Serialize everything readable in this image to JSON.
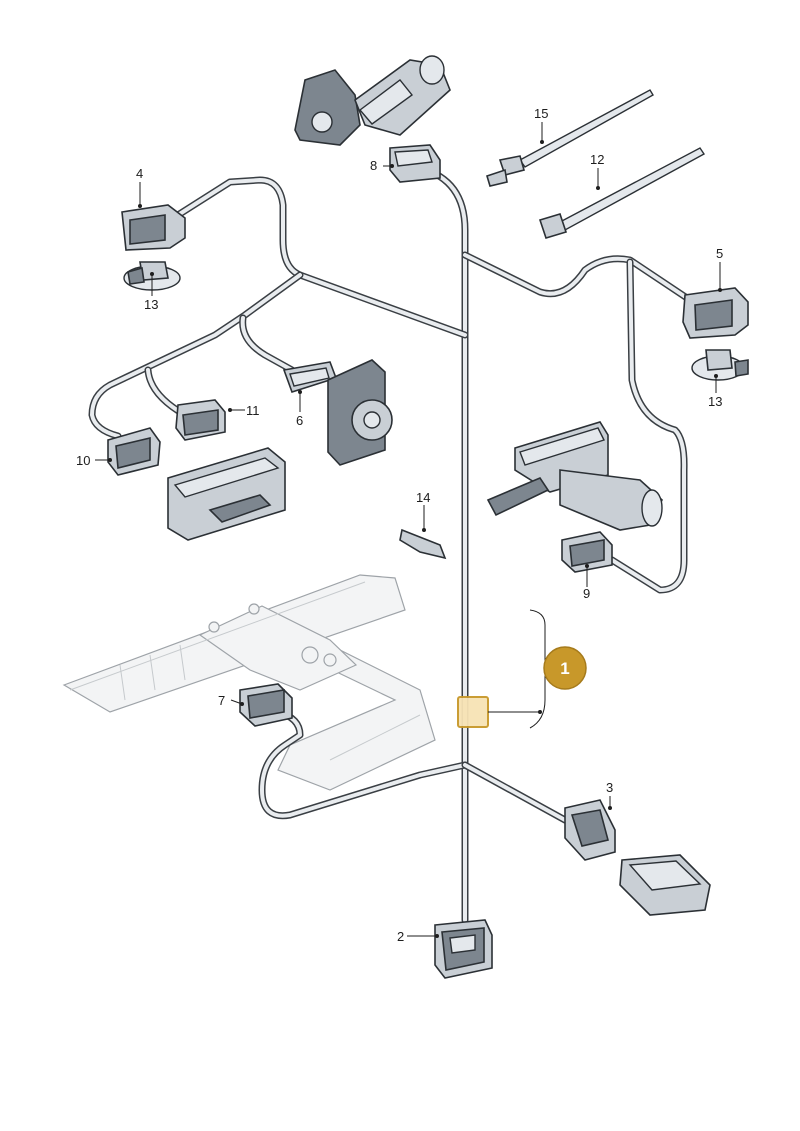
{
  "diagram": {
    "callouts": {
      "c1": "1",
      "c2": "2",
      "c3": "3",
      "c4": "4",
      "c5": "5",
      "c6": "6",
      "c7": "7",
      "c8": "8",
      "c9": "9",
      "c10": "10",
      "c11": "11",
      "c12": "12",
      "c13a": "13",
      "c13b": "13",
      "c14": "14",
      "c15": "15"
    },
    "colors": {
      "badge": "#c8982a",
      "highlight_fill": "#f7e3b5",
      "highlight_stroke": "#c8982a",
      "wire": "#3a3f44",
      "part": "#c9cfd5"
    },
    "icons": [
      "seat-motor",
      "cable-tie",
      "connector",
      "seat-frame",
      "control-unit",
      "lumbar-switch"
    ]
  }
}
